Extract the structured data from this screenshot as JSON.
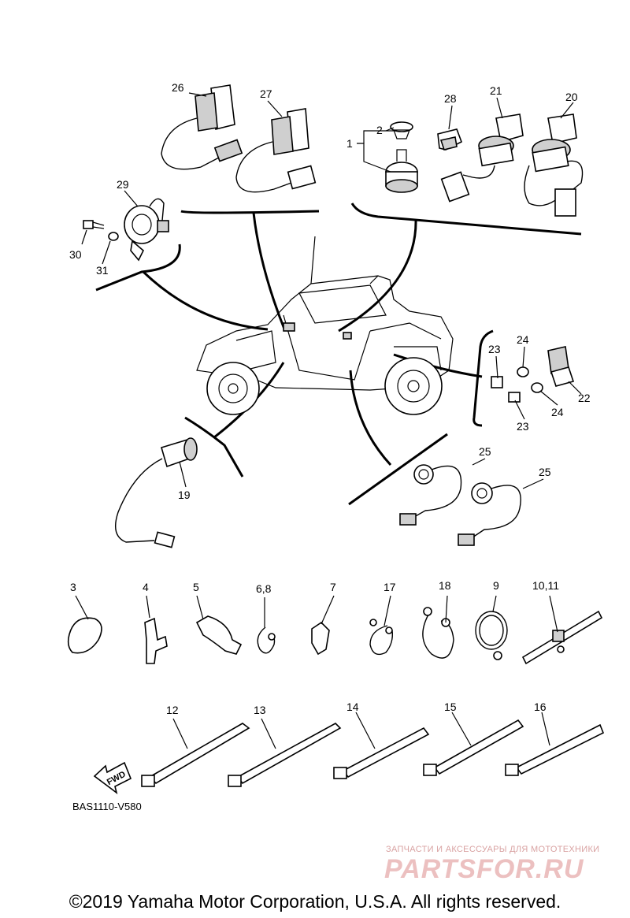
{
  "diagram": {
    "callouts": [
      {
        "id": "c26",
        "text": "26"
      },
      {
        "id": "c27",
        "text": "27"
      },
      {
        "id": "c28",
        "text": "28"
      },
      {
        "id": "c21",
        "text": "21"
      },
      {
        "id": "c20",
        "text": "20"
      },
      {
        "id": "c2",
        "text": "2"
      },
      {
        "id": "c1",
        "text": "1"
      },
      {
        "id": "c29",
        "text": "29"
      },
      {
        "id": "c30",
        "text": "30"
      },
      {
        "id": "c31",
        "text": "31"
      },
      {
        "id": "c23a",
        "text": "23"
      },
      {
        "id": "c24a",
        "text": "24"
      },
      {
        "id": "c22",
        "text": "22"
      },
      {
        "id": "c24b",
        "text": "24"
      },
      {
        "id": "c23b",
        "text": "23"
      },
      {
        "id": "c19",
        "text": "19"
      },
      {
        "id": "c25a",
        "text": "25"
      },
      {
        "id": "c25b",
        "text": "25"
      },
      {
        "id": "c3",
        "text": "3"
      },
      {
        "id": "c4",
        "text": "4"
      },
      {
        "id": "c5",
        "text": "5"
      },
      {
        "id": "c68",
        "text": "6,8"
      },
      {
        "id": "c7",
        "text": "7"
      },
      {
        "id": "c17",
        "text": "17"
      },
      {
        "id": "c18",
        "text": "18"
      },
      {
        "id": "c9",
        "text": "9"
      },
      {
        "id": "c1011",
        "text": "10,11"
      },
      {
        "id": "c12",
        "text": "12"
      },
      {
        "id": "c13",
        "text": "13"
      },
      {
        "id": "c14",
        "text": "14"
      },
      {
        "id": "c15",
        "text": "15"
      },
      {
        "id": "c16",
        "text": "16"
      }
    ],
    "fwd_label": "FWD",
    "drawing_code": "BAS1110-V580"
  },
  "watermark": {
    "tagline": "ЗАПЧАСТИ И АКСЕССУАРЫ ДЛЯ МОТОТЕХНИКИ",
    "logo": "PARTSFOR.RU"
  },
  "footer": {
    "copyright": "©2019 Yamaha Motor Corporation, U.S.A. All rights reserved."
  },
  "colors": {
    "line": "#000000",
    "background": "#ffffff",
    "watermark": "#e8b4b4"
  }
}
